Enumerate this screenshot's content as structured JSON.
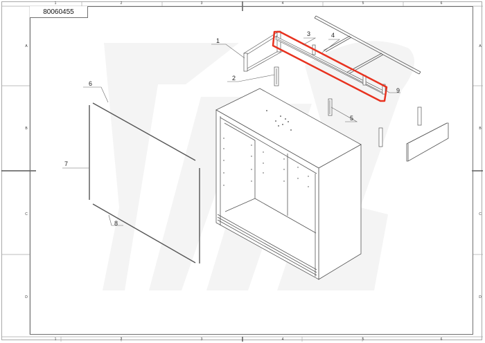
{
  "drawing": {
    "part_number": "80060455",
    "column_zones": [
      "1",
      "2",
      "3",
      "4",
      "5",
      "6"
    ],
    "row_zones": [
      "A",
      "B",
      "C",
      "D"
    ],
    "callouts": [
      {
        "id": "1",
        "label": "1"
      },
      {
        "id": "2",
        "label": "2"
      },
      {
        "id": "3",
        "label": "3"
      },
      {
        "id": "4",
        "label": "4"
      },
      {
        "id": "5",
        "label": "5"
      },
      {
        "id": "6",
        "label": "6"
      },
      {
        "id": "7",
        "label": "7"
      },
      {
        "id": "8",
        "label": "8"
      },
      {
        "id": "9",
        "label": "9"
      }
    ],
    "highlight": {
      "target_callout": "3",
      "color": "#e8321f"
    },
    "colors": {
      "frame": "#6e6e6e",
      "outer_frame": "#a8a8a8",
      "line": "#555555",
      "watermark": "#f3f3f3",
      "highlight": "#e8321f"
    }
  }
}
